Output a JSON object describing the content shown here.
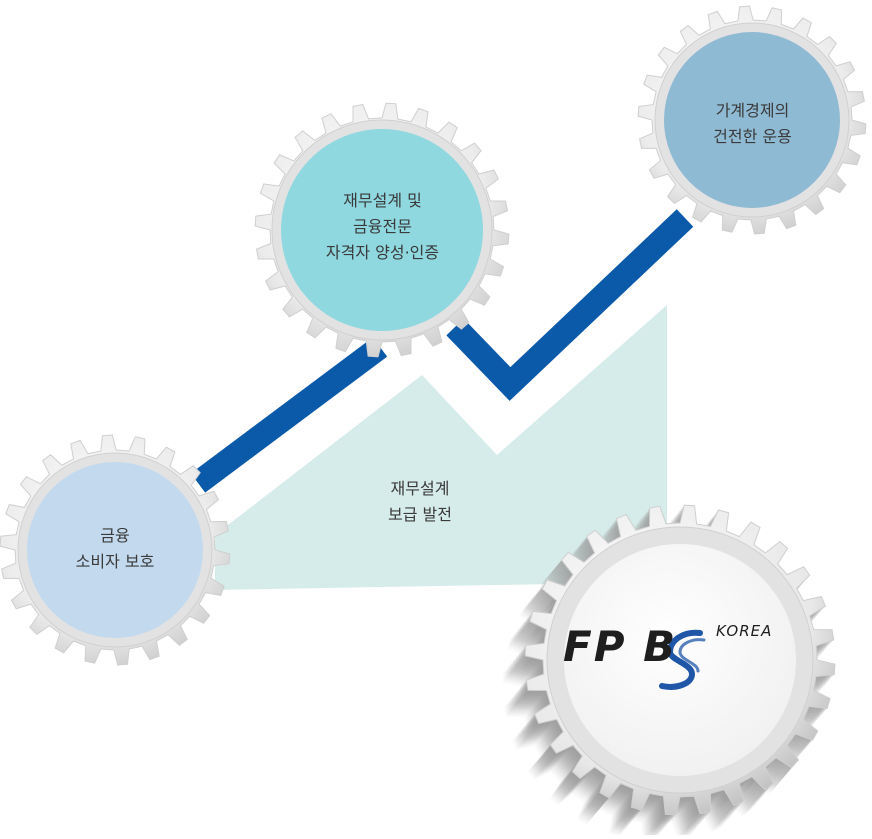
{
  "diagram": {
    "nodes": [
      {
        "id": "protect",
        "lines": [
          "금융",
          "소비자 보호"
        ],
        "fill": "#c2d9ee"
      },
      {
        "id": "cert",
        "lines": [
          "재무설계 및",
          "금융전문",
          "자격자 양성·인증"
        ],
        "fill": "#8fd8e0"
      },
      {
        "id": "household",
        "lines": [
          "가계경제의",
          "건전한 운용"
        ],
        "fill": "#8fbad3"
      }
    ],
    "area_label": [
      "재무설계",
      "보급 발전"
    ],
    "logo": {
      "main": "FP B",
      "sub": "KOREA"
    },
    "colors": {
      "arrow": "#0b59a9",
      "area": "#d6ecea",
      "gear": "#e4e4e4",
      "logo_accent": "#1f56a8"
    }
  }
}
